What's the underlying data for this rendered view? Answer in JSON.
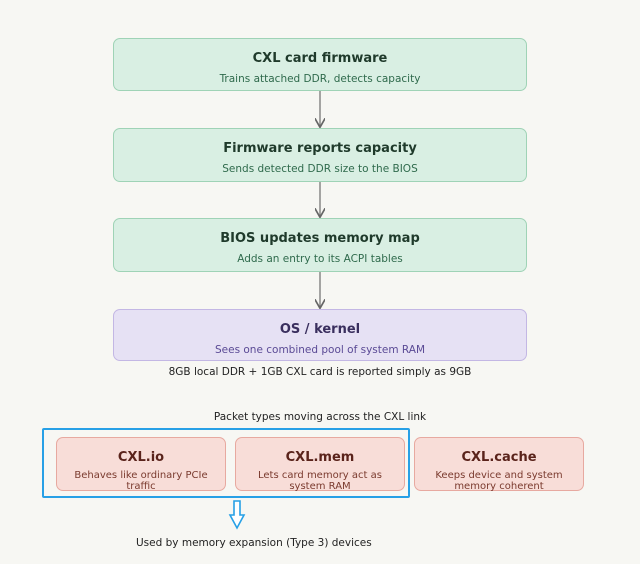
{
  "flow": [
    {
      "title": "CXL card firmware",
      "subtitle": "Trains attached DDR, detects capacity"
    },
    {
      "title": "Firmware reports capacity",
      "subtitle": "Sends detected DDR size to the BIOS"
    },
    {
      "title": "BIOS updates memory map",
      "subtitle": "Adds an entry to its ACPI tables"
    },
    {
      "title": "OS / kernel",
      "subtitle": "Sees one combined pool of system RAM"
    }
  ],
  "os_note": "8GB local DDR + 1GB CXL card is reported simply as 9GB",
  "packet_heading": "Packet types moving across the CXL link",
  "packets": [
    {
      "title": "CXL.io",
      "subtitle": "Behaves like ordinary PCIe traffic"
    },
    {
      "title": "CXL.mem",
      "subtitle": "Lets card memory act as system RAM"
    },
    {
      "title": "CXL.cache",
      "subtitle": "Keeps device and system memory coherent"
    }
  ],
  "expansion_note": "Used by memory expansion (Type 3) devices",
  "colors": {
    "flow_fill": "#d9efe3",
    "os_fill": "#e6e1f4",
    "packet_fill": "#f8ddd8",
    "highlight": "#27a0e6"
  }
}
